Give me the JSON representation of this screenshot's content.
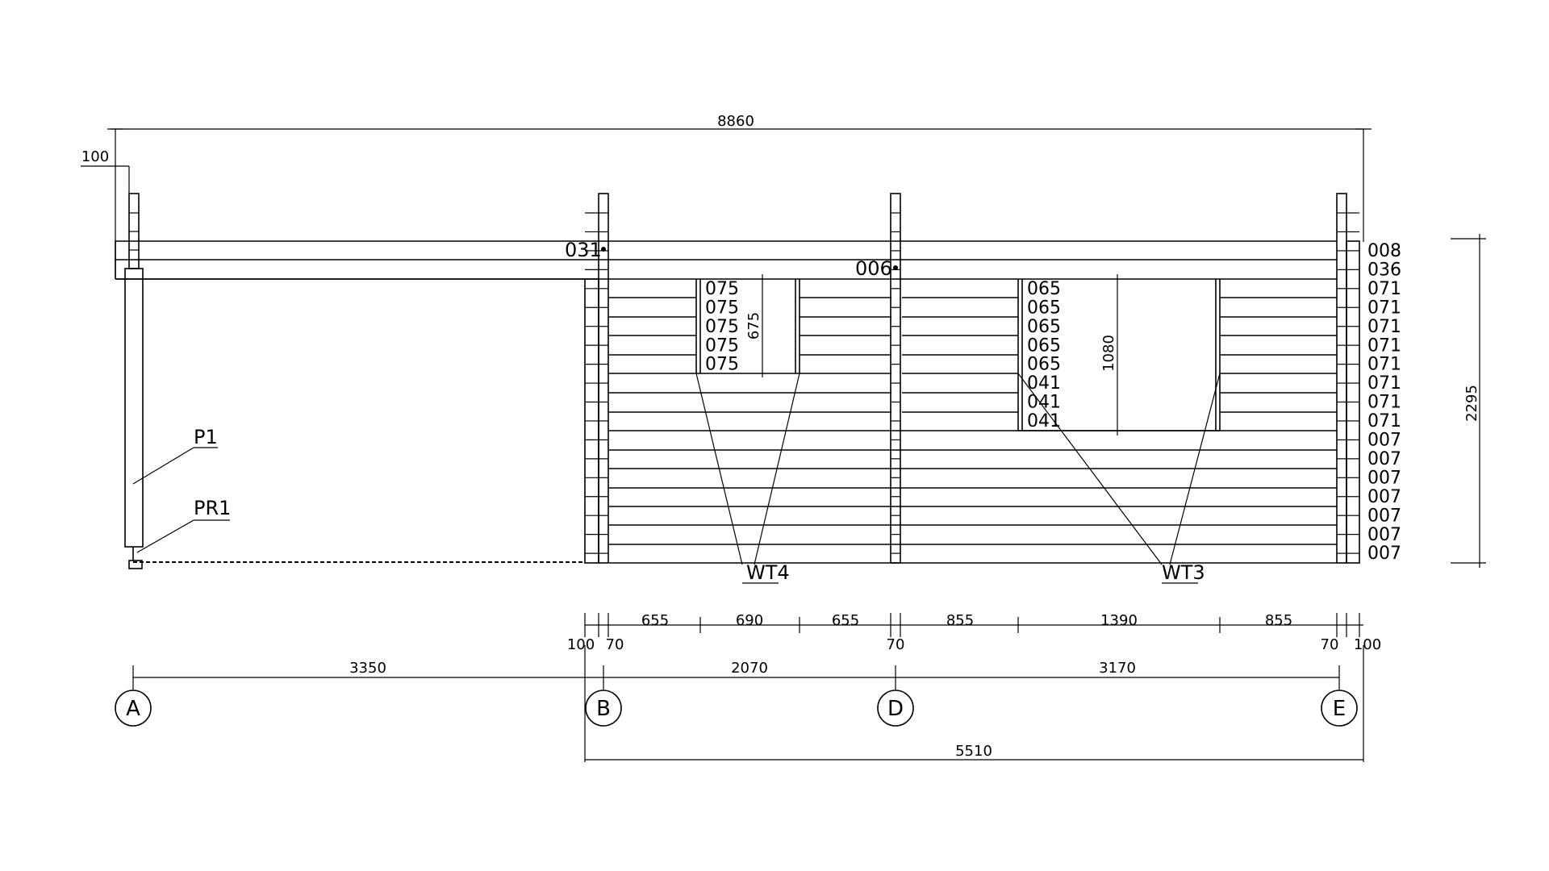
{
  "dimensions": {
    "overall_width": "8860",
    "left_offset": "100",
    "height": "2295",
    "segments_top": [
      "655",
      "690",
      "655",
      "855",
      "1390",
      "855"
    ],
    "offsets_small": [
      "100",
      "70",
      "70",
      "70",
      "100"
    ],
    "axis_spans": [
      "3350",
      "2070",
      "3170"
    ],
    "total_right": "5510",
    "window_height_wt4": "675",
    "window_height_wt3": "1080"
  },
  "axes": [
    "A",
    "B",
    "D",
    "E"
  ],
  "log_rows": [
    "008",
    "036",
    "071",
    "071",
    "071",
    "071",
    "071",
    "071",
    "071",
    "071",
    "007",
    "007",
    "007",
    "007",
    "007",
    "007",
    "007"
  ],
  "markers": {
    "b_axis": "031",
    "d_axis": "006"
  },
  "window_wt4_labels": [
    "075",
    "075",
    "075",
    "075",
    "075"
  ],
  "window_wt3_labels": [
    "065",
    "065",
    "065",
    "065",
    "065",
    "041",
    "041",
    "041"
  ],
  "labels": {
    "post": "P1",
    "post_base": "PR1",
    "window_left": "WT4",
    "window_right": "WT3"
  }
}
